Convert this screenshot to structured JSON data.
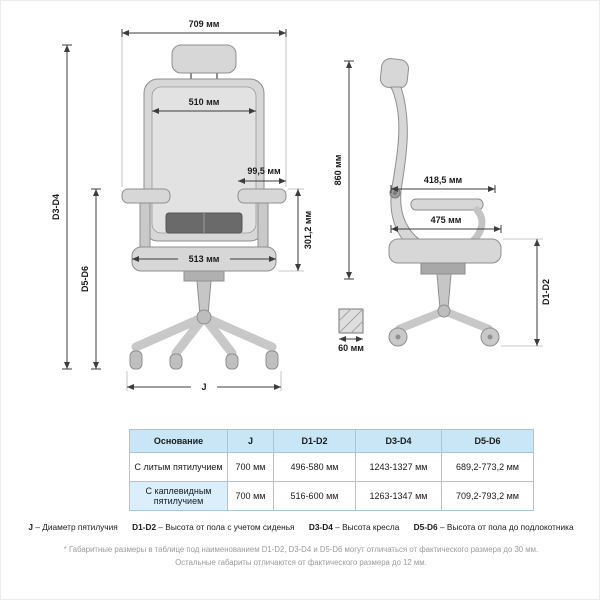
{
  "diagram": {
    "front": {
      "overall_width": "709 мм",
      "backrest_width": "510 мм",
      "armrest_pad_width": "99,5 мм",
      "armrest_to_seat_height": "301,2 мм",
      "seat_width": "513 мм",
      "chair_height_label": "D3-D4",
      "armrest_height_label": "D5-D6",
      "base_diameter_label": "J"
    },
    "side": {
      "backrest_height": "860 мм",
      "upper_depth": "418,5 мм",
      "seat_depth": "475 мм",
      "seat_height_label": "D1-D2",
      "caster_size": "60 мм"
    }
  },
  "table": {
    "headers": [
      "Основание",
      "J",
      "D1-D2",
      "D3-D4",
      "D5-D6"
    ],
    "rows": [
      [
        "С литым пятилучием",
        "700 мм",
        "496-580 мм",
        "1243-1327 мм",
        "689,2-773,2 мм"
      ],
      [
        "С каплевидным пятилучием",
        "700 мм",
        "516-600 мм",
        "1263-1347 мм",
        "709,2-793,2 мм"
      ]
    ]
  },
  "legend": [
    {
      "term": "J",
      "desc": "– Диаметр пятилучия"
    },
    {
      "term": "D1-D2",
      "desc": "– Высота от пола с учетом сиденья"
    },
    {
      "term": "D3-D4",
      "desc": "– Высота кресла"
    },
    {
      "term": "D5-D6",
      "desc": "– Высота от пола до подлокотника"
    }
  ],
  "footnotes": [
    "* Габаритные размеры в таблице под наименованием D1-D2, D3-D4 и D5-D6 могут отличаться от фактического размера до 30 мм.",
    "Остальные габариты отличаются от фактического размера до 12 мм."
  ],
  "colors": {
    "table_header_bg": "#c9e6f6",
    "table_alt_bg": "#daeefb",
    "table_border": "#a9c6d8",
    "footnote_text": "#9b9b9b"
  }
}
